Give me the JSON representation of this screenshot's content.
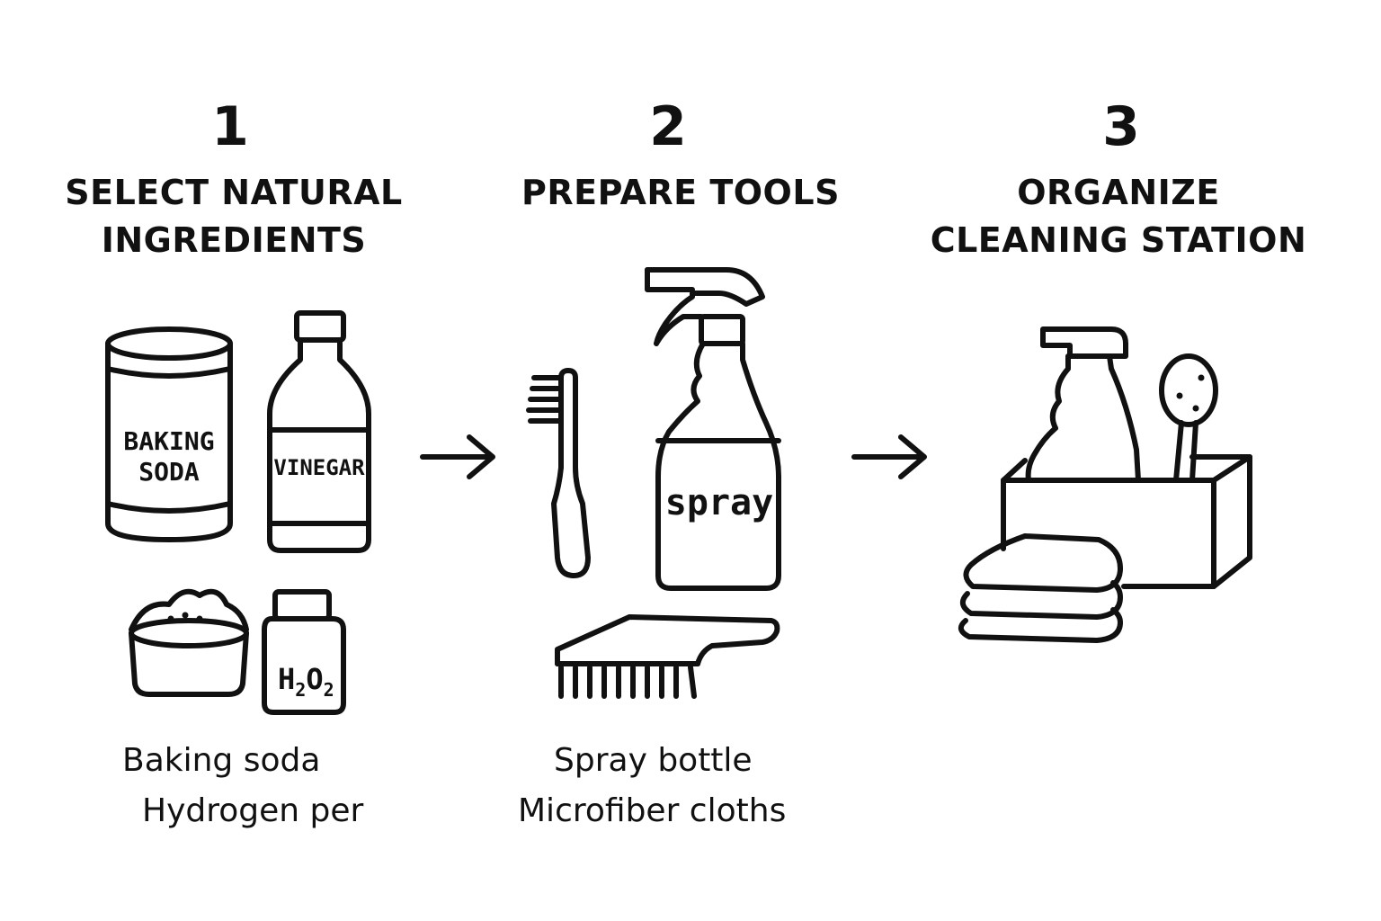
{
  "steps": [
    {
      "number": "1",
      "title_lines": [
        "SELECT NATURAL",
        "INGREDIENTS"
      ],
      "caption_lines": [
        "Baking soda",
        "Hydrogen per"
      ],
      "icon_labels": {
        "can_line1": "BAKING",
        "can_line2": "SODA",
        "bottle": "VINEGAR",
        "h2o2_h": "H",
        "h2o2_2a": "2",
        "h2o2_o": "O",
        "h2o2_2b": "2"
      },
      "icons": [
        "baking-soda-can-icon",
        "vinegar-bottle-icon",
        "powder-bowl-icon",
        "hydrogen-peroxide-bottle-icon"
      ]
    },
    {
      "number": "2",
      "title_lines": [
        "PREPARE TOOLS"
      ],
      "caption_lines": [
        "Spray bottle",
        "Microfiber cloths"
      ],
      "icon_labels": {
        "spray": "spray"
      },
      "icons": [
        "toothbrush-icon",
        "spray-bottle-icon",
        "scrub-brush-icon"
      ]
    },
    {
      "number": "3",
      "title_lines": [
        "ORGANIZE",
        "CLEANING STATION"
      ],
      "caption_lines": [],
      "icons": [
        "cleaning-caddy-icon",
        "spray-bottle-icon",
        "scrub-spoon-icon",
        "folded-cloths-icon"
      ]
    }
  ],
  "connectors": [
    "arrow-right-icon",
    "arrow-right-icon"
  ],
  "colors": {
    "ink": "#111111",
    "background": "#ffffff"
  }
}
